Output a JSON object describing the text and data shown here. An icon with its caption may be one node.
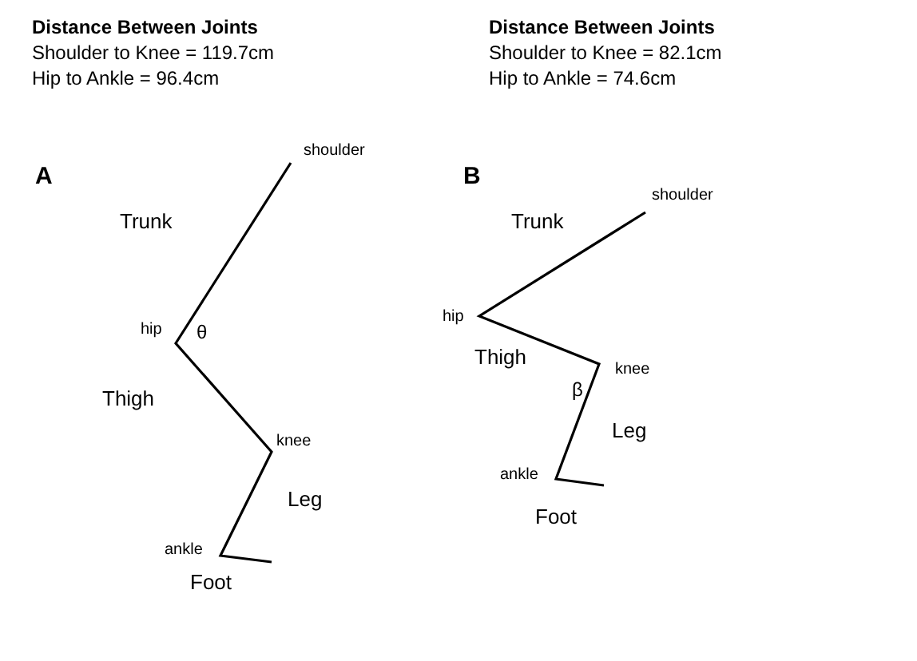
{
  "diagram": {
    "labels": [
      "Distance Between Joints",
      "Shoulder to Knee = 119.7cm",
      "Hip to Ankle = 96.4cm",
      "A",
      "shoulder",
      "Trunk",
      "hip",
      "θ",
      "Thigh",
      "knee",
      "Leg",
      "ankle",
      "Foot",
      "Distance Between Joints",
      "Shoulder to Knee = 82.1cm",
      "Hip to Ankle = 74.6cm",
      "B",
      "shoulder",
      "Trunk",
      "hip",
      "Thigh",
      "β",
      "knee",
      "Leg",
      "ankle",
      "Foot"
    ]
  }
}
